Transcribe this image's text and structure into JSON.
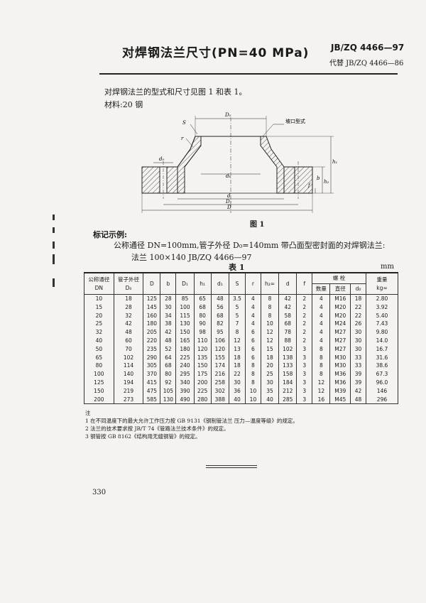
{
  "header": {
    "title": "对焊钢法兰尺寸(PN=40 MPa)",
    "code": "JB/ZQ 4466—97",
    "replaces": "代替 JB/ZQ 4466—86"
  },
  "intro": "对焊钢法兰的型式和尺寸见图 1 和表 1。",
  "material": "材料:20 钢",
  "figure": {
    "caption": "图 1",
    "bevel_label": "坡口型式",
    "labels": {
      "S": "S",
      "r": "r",
      "D0": "D₀",
      "dk": "dₖ",
      "d0": "d₀",
      "d": "d",
      "D1": "D₁",
      "D": "D",
      "h1": "h₁",
      "h2": "h₂",
      "f": "f",
      "b": "b"
    }
  },
  "example": {
    "heading": "标记示例:",
    "desc": "公称通径 DN=100mm,管子外径 D₀=140mm 带凸面型密封面的对焊钢法兰:",
    "mark": "法兰   100×140   JB/ZQ 4466—97"
  },
  "table": {
    "title": "表 1",
    "unit": "mm",
    "headers": {
      "dn_line1": "公称通径",
      "dn_line2": "DN",
      "od_line1": "管子外径",
      "od_line2": "D₀",
      "D": "D",
      "b": "b",
      "D1": "D₁",
      "h1": "h₁",
      "d1": "d₁",
      "S": "S",
      "r": "r",
      "h2": "h₂≈",
      "d": "d",
      "f": "f",
      "bolt": "螺      栓",
      "bolt_count": "数量",
      "bolt_diam": "直径",
      "bolt_d0": "d₀",
      "weight_line1": "重量",
      "weight_line2": "kg≈"
    },
    "rows": [
      [
        "10",
        "18",
        "125",
        "28",
        "85",
        "65",
        "48",
        "3.5",
        "4",
        "8",
        "42",
        "2",
        "4",
        "M16",
        "18",
        "2.80"
      ],
      [
        "15",
        "28",
        "145",
        "30",
        "100",
        "68",
        "56",
        "5",
        "4",
        "8",
        "42",
        "2",
        "4",
        "M20",
        "22",
        "3.92"
      ],
      [
        "20",
        "32",
        "160",
        "34",
        "115",
        "80",
        "68",
        "5",
        "4",
        "8",
        "58",
        "2",
        "4",
        "M20",
        "22",
        "5.40"
      ],
      [
        "25",
        "42",
        "180",
        "38",
        "130",
        "90",
        "82",
        "7",
        "4",
        "10",
        "68",
        "2",
        "4",
        "M24",
        "26",
        "7.43"
      ],
      [
        "32",
        "48",
        "205",
        "42",
        "150",
        "98",
        "95",
        "8",
        "6",
        "12",
        "78",
        "2",
        "4",
        "M27",
        "30",
        "9.80"
      ],
      [
        "40",
        "60",
        "220",
        "48",
        "165",
        "110",
        "106",
        "12",
        "6",
        "12",
        "88",
        "2",
        "4",
        "M27",
        "30",
        "14.0"
      ],
      [
        "50",
        "70",
        "235",
        "52",
        "180",
        "120",
        "120",
        "13",
        "6",
        "15",
        "102",
        "3",
        "8",
        "M27",
        "30",
        "16.7"
      ],
      [
        "65",
        "102",
        "290",
        "64",
        "225",
        "135",
        "155",
        "18",
        "6",
        "18",
        "138",
        "3",
        "8",
        "M30",
        "33",
        "31.6"
      ],
      [
        "80",
        "114",
        "305",
        "68",
        "240",
        "150",
        "174",
        "18",
        "8",
        "20",
        "133",
        "3",
        "8",
        "M30",
        "33",
        "38.6"
      ],
      [
        "100",
        "140",
        "370",
        "80",
        "295",
        "175",
        "216",
        "22",
        "8",
        "25",
        "158",
        "3",
        "8",
        "M36",
        "39",
        "67.3"
      ],
      [
        "125",
        "194",
        "415",
        "92",
        "340",
        "200",
        "258",
        "30",
        "8",
        "30",
        "184",
        "3",
        "12",
        "M36",
        "39",
        "96.0"
      ],
      [
        "150",
        "219",
        "475",
        "105",
        "390",
        "225",
        "302",
        "36",
        "10",
        "35",
        "212",
        "3",
        "12",
        "M39",
        "42",
        "146"
      ],
      [
        "200",
        "273",
        "585",
        "130",
        "490",
        "280",
        "388",
        "40",
        "10",
        "40",
        "285",
        "3",
        "16",
        "M45",
        "48",
        "296"
      ]
    ]
  },
  "notes": {
    "heading": "注",
    "items": [
      "1   在不同温度下的最大允许工作压力按 GB 9131《钢制管法兰   压力—温度等级》的规定。",
      "2   法兰的技术要求按 JB/T 74《管路法兰技术条件》的规定。",
      "3   钢管按 GB 8162《结构用无缝钢管》的规定。"
    ]
  },
  "page_number": "330"
}
